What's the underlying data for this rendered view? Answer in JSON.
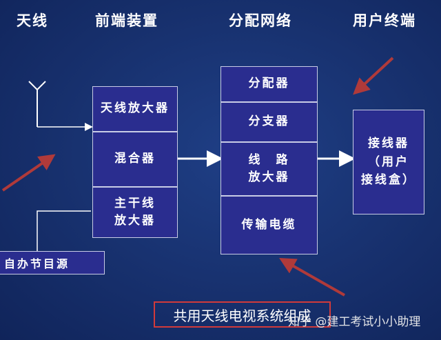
{
  "headers": {
    "antenna": "天线",
    "frontend": "前端装置",
    "distribution": "分配网络",
    "user": "用户终端"
  },
  "frontend_box": {
    "items": [
      "天线放大器",
      "混合器",
      "主干线\n放大器"
    ]
  },
  "distribution_box": {
    "items": [
      "分配器",
      "分支器",
      "线　路\n放大器",
      "传输电缆"
    ]
  },
  "user_box": {
    "label": "接线器\n（用户\n接线盒）"
  },
  "self_source": "自办节目源",
  "caption": "共用天线电视系统组成",
  "watermark": "知乎 @建工考试小小助理",
  "colors": {
    "background": "#17306d",
    "box_fill": "#2a2d8f",
    "box_border": "#c9cde6",
    "arrow": "#ffffff",
    "accent_arrow": "#b03a3a",
    "caption_border": "#d23a3a"
  }
}
